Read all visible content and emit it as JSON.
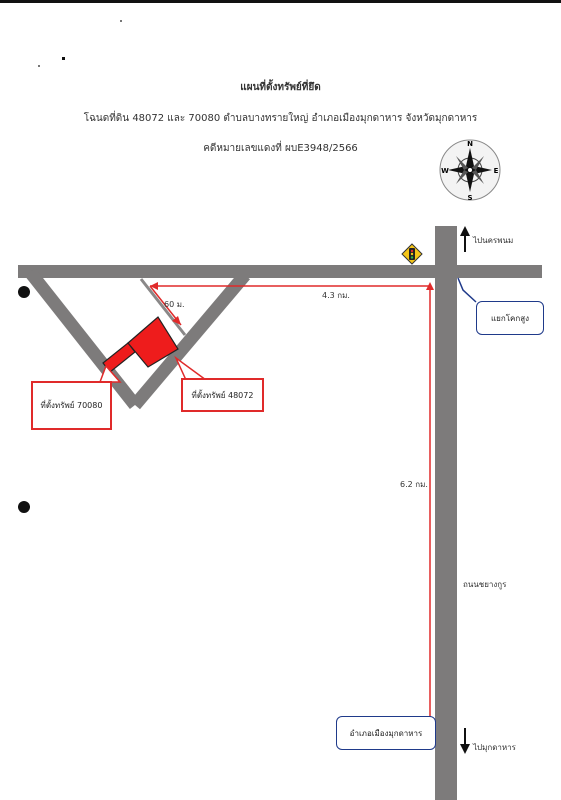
{
  "header": {
    "title": "แผนที่ตั้งทรัพย์ที่ยึด",
    "subtitle": "โฉนดที่ดิน 48072 และ 70080 ตำบลบางทรายใหญ่ อำเภอเมืองมุกดาหาร จังหวัดมุกดาหาร",
    "case_no": "คดีหมายเลขแดงที่ ผบE3948/2566"
  },
  "compass": {
    "n": "N",
    "s": "S",
    "e": "E",
    "w": "W"
  },
  "distances": {
    "d1": "60 ม.",
    "d2": "4.3 กม.",
    "d3": "6.2 กม."
  },
  "directions": {
    "north": "ไปนครพนม",
    "south": "ไปมุกดาหาร",
    "road": "ถนนชยางกูร"
  },
  "labels": {
    "plot_a": "ที่ตั้งทรัพย์ 70080",
    "plot_b": "ที่ตั้งทรัพย์ 48072",
    "junction": "แยกโคกสูง",
    "district": "อำเภอเมืองมุกดาหาร"
  },
  "icons": {
    "traffic": "traffic-light-icon",
    "compass": "compass-rose-icon"
  },
  "colors": {
    "road": "#7d7b7b",
    "route": "#e02a2a",
    "callout_blue": "#1f3a8a",
    "plot": "#ee1c1c"
  }
}
